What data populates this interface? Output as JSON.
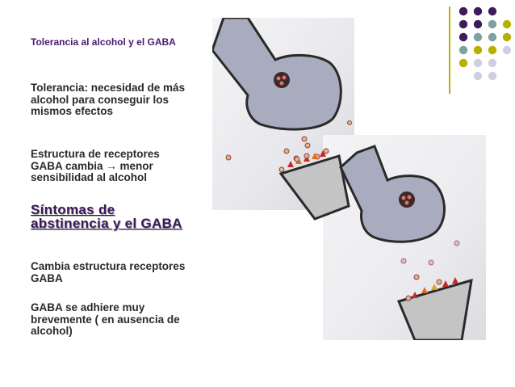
{
  "slide": {
    "subtitle": "Tolerancia al alcohol y el GABA",
    "paragraphs": [
      "Tolerancia: necesidad de más alcohol para conseguir los mismos efectos",
      "Estructura de receptores GABA cambia → menor sensibilidad al alcohol"
    ],
    "heading": "Síntomas de abstinencia y el GABA",
    "paragraphs2": [
      "Cambia estructura receptores GABA",
      "GABA se adhiere muy brevemente ( en ausencia de alcohol)"
    ]
  },
  "colors": {
    "purple": "#3d1b5b",
    "teal": "#7fa0a0",
    "yellow": "#b8b000",
    "lavender": "#cfcfe0",
    "neuron_gray": "#a9abbf",
    "receptor_gray": "#c4c4c4"
  },
  "decor": {
    "dot_grid": [
      [
        "purple",
        "purple",
        "purple",
        ""
      ],
      [
        "purple",
        "purple",
        "teal",
        "yellow"
      ],
      [
        "purple",
        "teal",
        "teal",
        "yellow"
      ],
      [
        "teal",
        "yellow",
        "yellow",
        "lavender"
      ],
      [
        "yellow",
        "lavender",
        "lavender",
        ""
      ],
      [
        "",
        "lavender",
        "lavender",
        ""
      ]
    ]
  }
}
